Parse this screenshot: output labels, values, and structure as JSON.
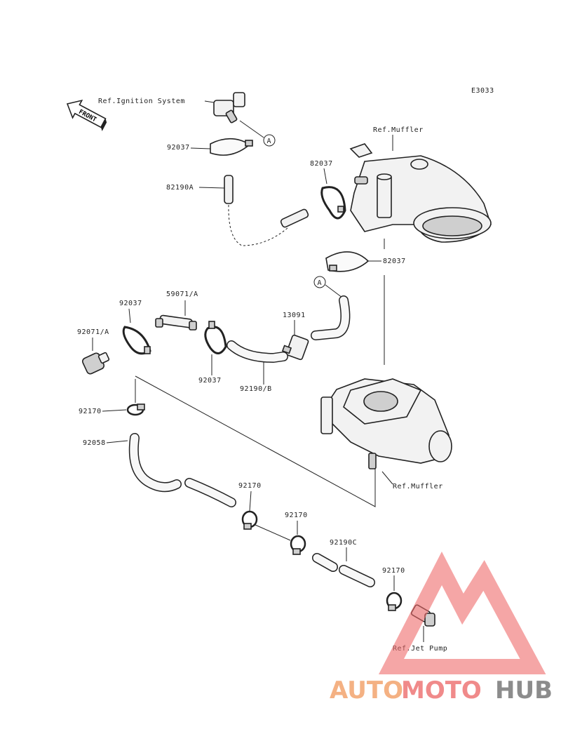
{
  "diagram_code": "E3033",
  "front_label": "FRONT",
  "labels": {
    "ref_ignition": "Ref.Ignition System",
    "ref_muffler_top": "Ref.Muffler",
    "ref_muffler_bottom": "Ref.Muffler",
    "ref_jet_pump": "Ref.Jet Pump",
    "p92037_a": "92037",
    "p82037_a": "82037",
    "p82190a": "82190A",
    "p82037_b": "82037",
    "p92037_b": "92037",
    "p59071a": "59071/A",
    "p13091": "13091",
    "p92071a": "92071/A",
    "p92037_c": "92037",
    "p92190b": "92190/B",
    "p92170_a": "92170",
    "p92058": "92058",
    "p92170_b": "92170",
    "p92170_c": "92170",
    "p92190c": "92190C",
    "p92170_d": "92170",
    "circle_a_1": "A",
    "circle_a_2": "A"
  },
  "watermark": {
    "part1": "AUTO",
    "part2": "MOTO",
    "part3": "HUB",
    "colors": {
      "auto": "#f4b183",
      "moto": "#f08a8a",
      "hub": "#8c8c8c",
      "triangle": "#ef6b6b"
    }
  }
}
